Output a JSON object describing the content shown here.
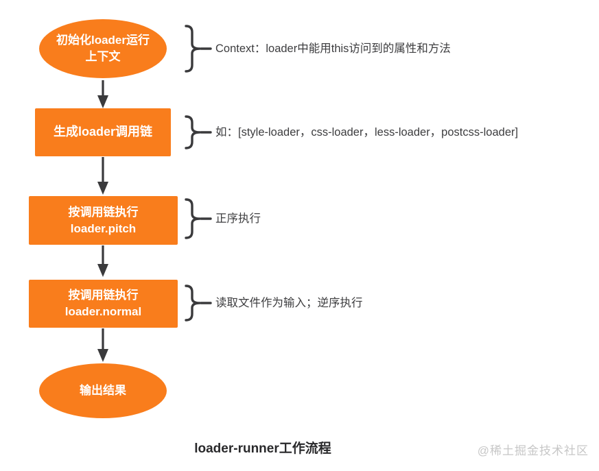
{
  "colors": {
    "accent": "#f97d1c",
    "line": "#3a3a3c",
    "watermark": "#c7c7c7"
  },
  "diagram": {
    "caption": "loader-runner工作流程",
    "watermark": "@稀土掘金技术社区",
    "nodes": [
      {
        "shape": "ellipse",
        "label": "初始化loader运行\n上下文",
        "annotation": "Context：loader中能用this访问到的属性和方法"
      },
      {
        "shape": "rect",
        "label": "生成loader调用链",
        "annotation": "如：[style-loader，css-loader，less-loader，postcss-loader]"
      },
      {
        "shape": "rect",
        "label": "按调用链执行\nloader.pitch",
        "annotation": "正序执行"
      },
      {
        "shape": "rect",
        "label": "按调用链执行\nloader.normal",
        "annotation": "读取文件作为输入；逆序执行"
      },
      {
        "shape": "ellipse",
        "label": "输出结果",
        "annotation": ""
      }
    ]
  }
}
